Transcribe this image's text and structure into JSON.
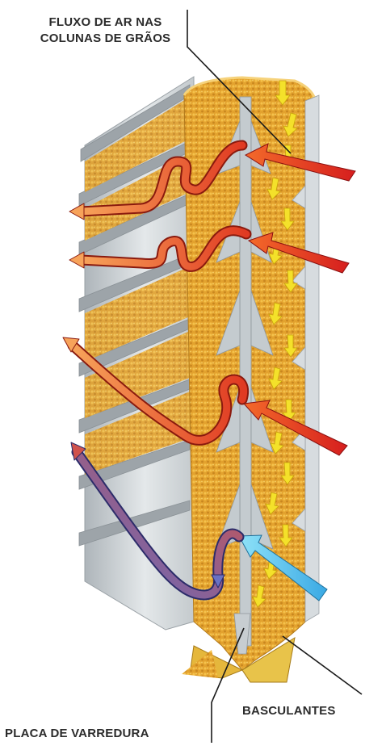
{
  "labels": {
    "airflow_line1": "FLUXO DE AR NAS",
    "airflow_line2": "COLUNAS DE GRÃOS",
    "tilting": "BASCULANTES",
    "sweep_plate": "PLACA DE VARREDURA"
  },
  "icons": [
    "grain-flow-arrow-icon",
    "hot-air-arrow-icon",
    "cool-air-arrow-icon",
    "exhaust-air-arrow-icon"
  ],
  "colors": {
    "grain": "#e8a930",
    "hot_air": "#e8321e",
    "hot_air_light": "#f06a2a",
    "cool_air": "#5cc6ee",
    "cool_exhaust": "#6a72c4",
    "metal": "#cfd4d8",
    "label_text": "#2b2b2b"
  }
}
